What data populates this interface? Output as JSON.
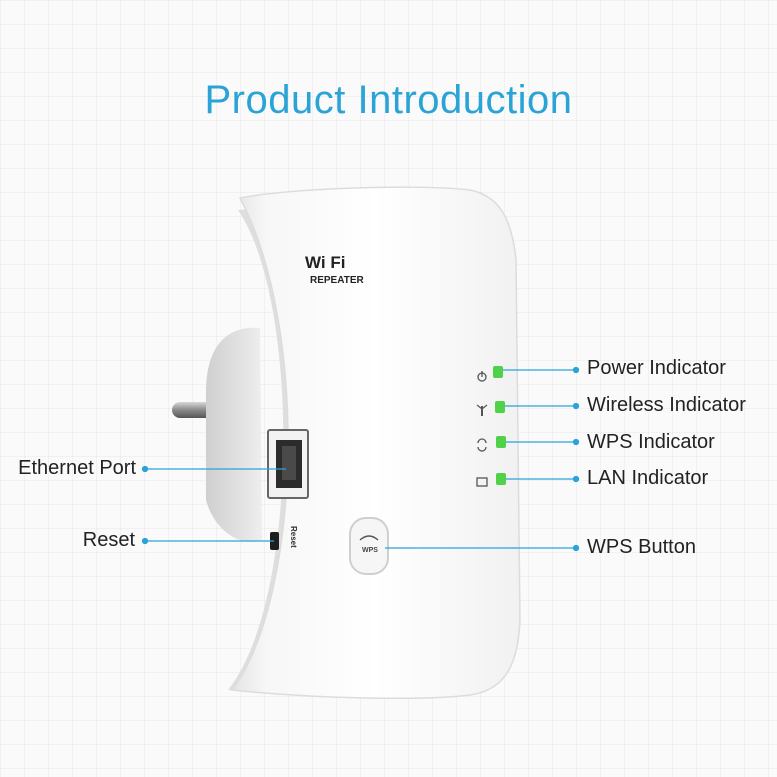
{
  "title": "Product Introduction",
  "logo": {
    "brand": "Wi Fi",
    "sub": "REPEATER"
  },
  "device_text": {
    "reset": "Reset",
    "wps_mark": "WPS"
  },
  "labels": {
    "power": "Power Indicator",
    "wireless": "Wireless Indicator",
    "wps_indicator": "WPS Indicator",
    "lan": "LAN Indicator",
    "ethernet": "Ethernet Port",
    "reset": "Reset",
    "wps_button": "WPS Button"
  },
  "colors": {
    "accent": "#2aa3d6",
    "led": "#4fd14a",
    "leader": "#2aa3d6"
  }
}
